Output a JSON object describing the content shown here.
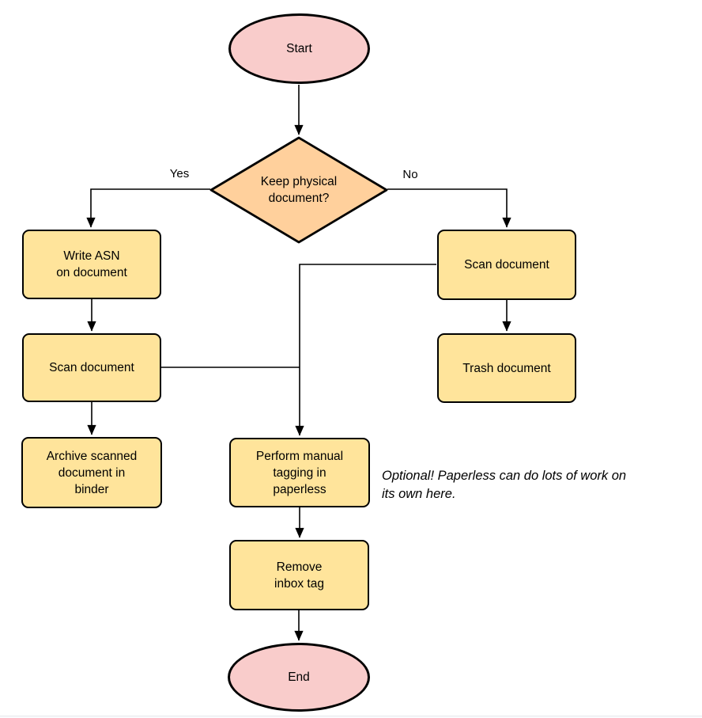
{
  "palette": {
    "process_fill": "#FFE49B",
    "decision_fill": "#FFD09C",
    "terminal_fill": "#F9CCCB",
    "stroke": "#000000",
    "background": "#FFFFFF",
    "bottom_divider": "#E7E9EC"
  },
  "nodes": {
    "start": {
      "type": "terminal",
      "label": "Start"
    },
    "decision": {
      "type": "decision",
      "label": "Keep physical\ndocument?"
    },
    "write_asn": {
      "type": "process",
      "label": "Write ASN\non document"
    },
    "scan_left": {
      "type": "process",
      "label": "Scan document"
    },
    "archive": {
      "type": "process",
      "label": "Archive scanned\ndocument in\nbinder"
    },
    "scan_right": {
      "type": "process",
      "label": "Scan document"
    },
    "trash": {
      "type": "process",
      "label": "Trash document"
    },
    "tagging": {
      "type": "process",
      "label": "Perform manual\ntagging in\npaperless"
    },
    "remove_inbox": {
      "type": "process",
      "label": "Remove\ninbox tag"
    },
    "end": {
      "type": "terminal",
      "label": "End"
    }
  },
  "edge_labels": {
    "yes": "Yes",
    "no": "No"
  },
  "annotation": {
    "text": "Optional! Paperless can do lots of work on\nits own here."
  }
}
